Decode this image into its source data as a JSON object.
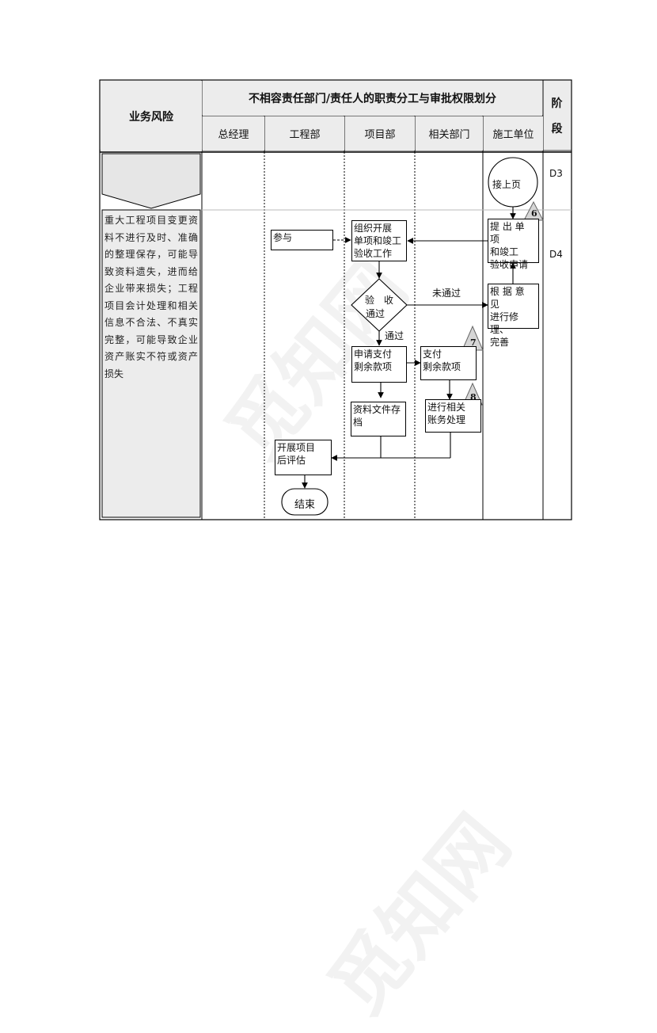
{
  "table": {
    "col_risk_header": "业务风险",
    "main_header": "不相容责任部门/责任人的职责分工与审批权限划分",
    "stage_header_1": "阶",
    "stage_header_2": "段",
    "columns": [
      "总经理",
      "工程部",
      "项目部",
      "相关部门",
      "施工单位"
    ],
    "stages": [
      "D3",
      "D4"
    ],
    "risk_text": "重大工程项目变更资料不进行及时、准确的整理保存，可能导致资料遗失，进而给企业带来损失；工程项目会计处理和相关信息不合法、不真实完整，可能导致企业资产账实不符或资产损失"
  },
  "flow": {
    "prev_page": "接上页",
    "submit_l1": "提 出 单 项",
    "submit_l2": "和竣工",
    "submit_l3": "验收申请",
    "organize_l1": "组织开展",
    "organize_l2": "单项和竣工",
    "organize_l3": "验收工作",
    "participate": "参与",
    "decision_l1": "验　收",
    "decision_l2": "通过",
    "not_pass": "未通过",
    "pass": "通过",
    "rework_l1": "根 据 意 见",
    "rework_l2": "进行修理、",
    "rework_l3": "完善",
    "apply_pay_l1": "申请支付",
    "apply_pay_l2": "剩余款项",
    "pay_l1": "支付",
    "pay_l2": "剩余款项",
    "archive_l1": "资料文件存",
    "archive_l2": "档",
    "account_l1": "进行相关",
    "account_l2": "账务处理",
    "eval_l1": "开展项目",
    "eval_l2": "后评估",
    "end": "结束",
    "markers": [
      "6",
      "7",
      "8"
    ]
  },
  "watermark": "觅知网"
}
